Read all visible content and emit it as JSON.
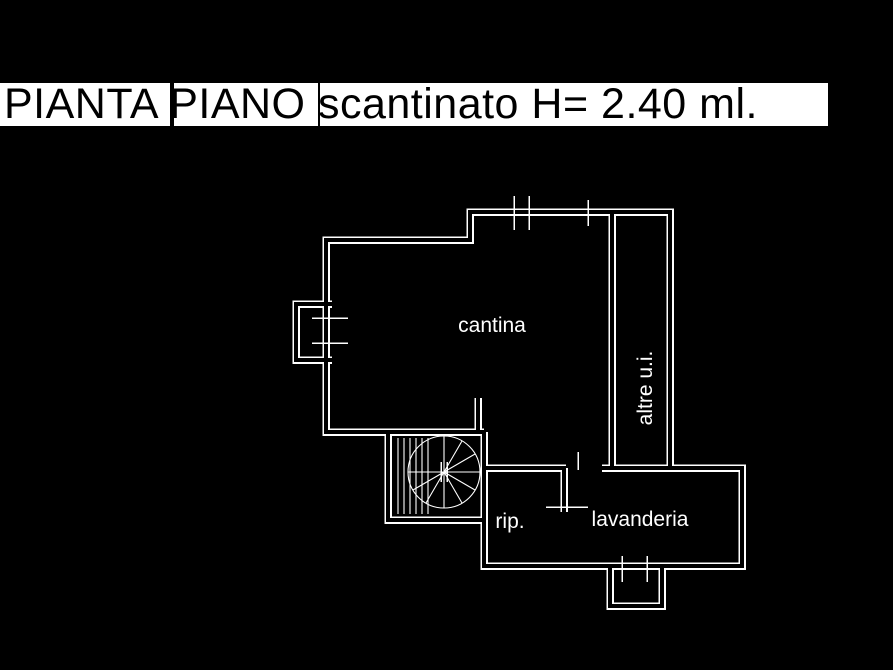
{
  "title": {
    "text": "PIANTA PIANO scantinato H= 2.40 ml."
  },
  "rooms": {
    "cantina": {
      "label": "cantina"
    },
    "altre_ui": {
      "label": "altre u.i."
    },
    "rip": {
      "label": "rip."
    },
    "lavanderia": {
      "label": "lavanderia"
    }
  },
  "plan_features": [
    "spiral-staircase",
    "window-ticks",
    "door-opening",
    "light-well",
    "balcony-window-box"
  ],
  "colors": {
    "background": "#000000",
    "plan_line": "#ffffff",
    "title_background": "#ffffff",
    "title_text": "#000000"
  }
}
